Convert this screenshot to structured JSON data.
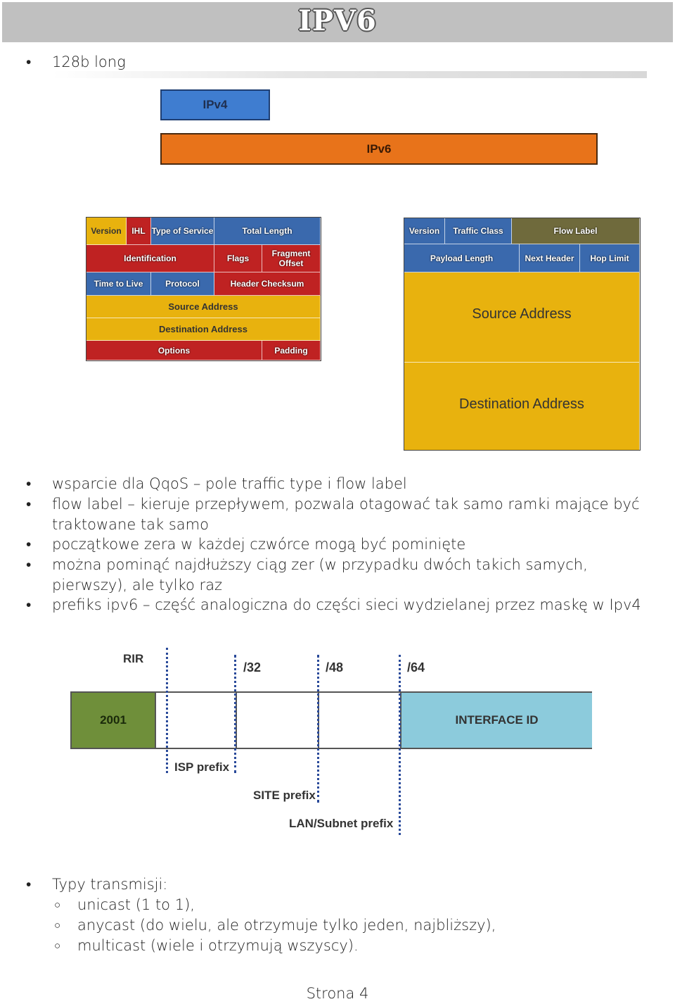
{
  "header": {
    "title": "IPV6"
  },
  "bullets_top": [
    "128b long"
  ],
  "comparison": {
    "ipv4_label": "IPv4",
    "ipv6_label": "IPv6"
  },
  "ipv4_header": {
    "version": "Version",
    "ihl": "IHL",
    "tos": "Type of Service",
    "total_length": "Total Length",
    "identification": "Identification",
    "flags": "Flags",
    "fragment_offset": "Fragment Offset",
    "ttl": "Time to Live",
    "protocol": "Protocol",
    "checksum": "Header Checksum",
    "source": "Source Address",
    "destination": "Destination Address",
    "options": "Options",
    "padding": "Padding"
  },
  "ipv6_header": {
    "version": "Version",
    "traffic_class": "Traffic Class",
    "flow_label": "Flow Label",
    "payload_length": "Payload Length",
    "next_header": "Next Header",
    "hop_limit": "Hop Limit",
    "source": "Source Address",
    "destination": "Destination Address"
  },
  "bullets_mid": [
    "wsparcie dla QqoS – pole traffic type i flow label",
    "flow label – kieruje przepływem, pozwala otagować tak samo ramki mające być traktowane tak samo",
    "początkowe zera w każdej czwórce mogą być pominięte",
    "można pominąć najdłuższy ciąg zer (w przypadku dwóch takich samych, pierwszy), ale tylko raz",
    "prefiks ipv6 – część analogiczna do części sieci wydzielanej przez maskę w Ipv4"
  ],
  "prefix_diagram": {
    "rir": "RIR",
    "p32": "/32",
    "p48": "/48",
    "p64": "/64",
    "block_2001": "2001",
    "interface_id": "INTERFACE ID",
    "isp_prefix": "ISP prefix",
    "site_prefix": "SITE prefix",
    "lan_prefix": "LAN/Subnet prefix"
  },
  "bullets_bottom": {
    "main": "Typy transmisji:",
    "sub": [
      "unicast (1 to 1),",
      "anycast (do wielu, ale otrzymuje tylko jeden, najbliższy),",
      "multicast (wiele i otrzymują wszyscy)."
    ]
  },
  "footer": {
    "page": "Strona 4"
  },
  "colors": {
    "blue": "#3a69ad",
    "red": "#bf2222",
    "yellow": "#e8b20e",
    "olive": "#6f6a3c",
    "orange": "#e8731a",
    "green": "#6f8f3a",
    "lightblue": "#8ccbdc"
  }
}
